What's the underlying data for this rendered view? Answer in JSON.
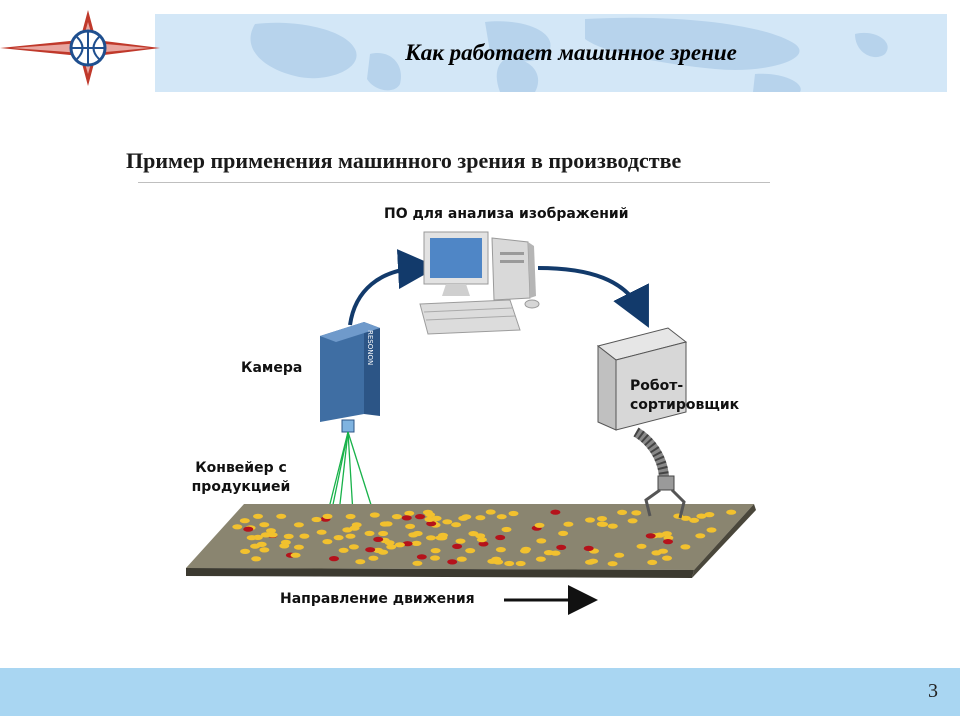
{
  "header": {
    "title": "Как работает машинное зрение"
  },
  "slide": {
    "subtitle": "Пример применения машинного зрения в производстве",
    "page_number": "3"
  },
  "diagram": {
    "software_label": "ПО для анализа изображений",
    "camera_label": "Камера",
    "camera_brand": "RESONON",
    "conveyor_label_line1": "Конвейер с",
    "conveyor_label_line2": "продукцией",
    "robot_label_line1": "Робот-",
    "robot_label_line2": "сортировщик",
    "direction_label": "Направление движения"
  },
  "colors": {
    "header_band": "#d3e7f7",
    "footer_band": "#a9d6f2",
    "item_good": "#f2c12e",
    "item_defect": "#b5121b",
    "camera_body": "#3f6ea3",
    "arrow_blue": "#123a6b"
  }
}
